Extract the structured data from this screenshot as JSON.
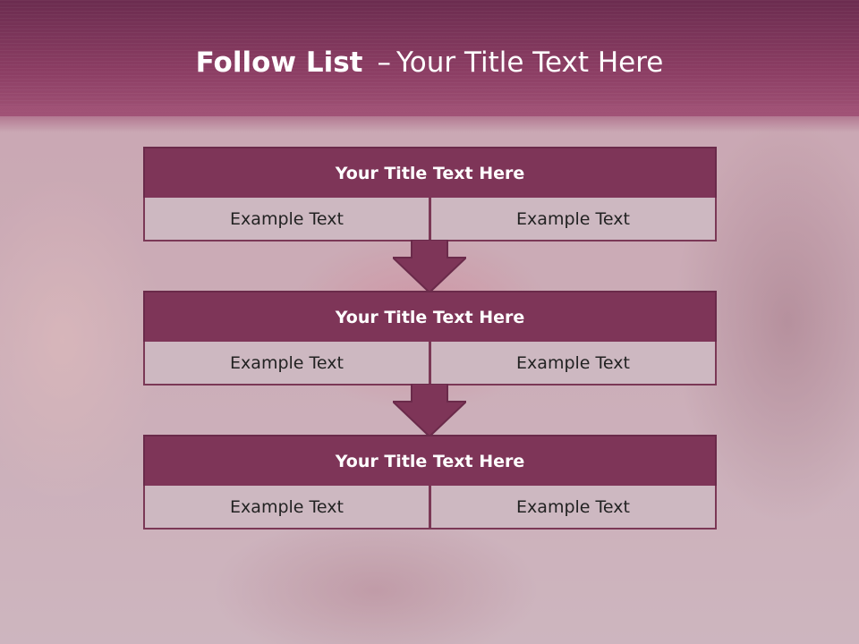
{
  "slide": {
    "title_bold": "Follow List",
    "title_sep": "–",
    "title_rest": "Your Title Text Here"
  },
  "blocks": [
    {
      "title": "Your Title Text Here",
      "left": "Example Text",
      "right": "Example Text"
    },
    {
      "title": "Your Title Text Here",
      "left": "Example Text",
      "right": "Example Text"
    },
    {
      "title": "Your Title Text Here",
      "left": "Example Text",
      "right": "Example Text"
    }
  ],
  "colors": {
    "header": "#8b3d63",
    "block_title_bg": "#7e3558",
    "cell_bg": "#cdb8c1",
    "arrow": "#7e3558"
  },
  "icons": {
    "connector": "down-arrow-icon"
  }
}
